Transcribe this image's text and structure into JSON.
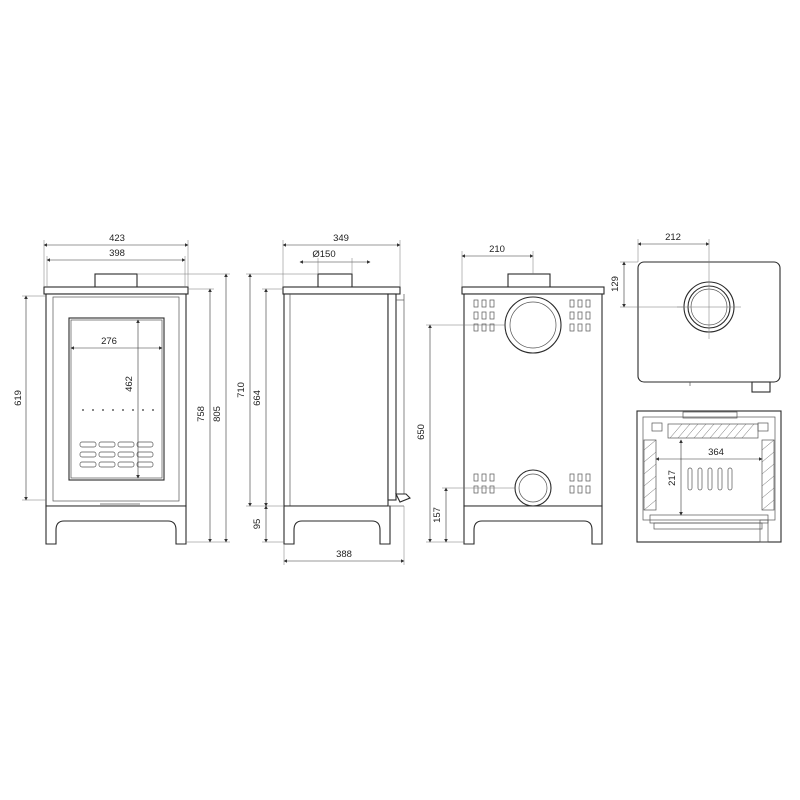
{
  "dimensions": {
    "front_width": "423",
    "front_inner_width": "398",
    "glass_width": "276",
    "glass_height": "462",
    "door_height": "619",
    "height_758": "758",
    "height_805": "805",
    "side_depth": "349",
    "flue_diameter": "Ø150",
    "side_height_710": "710",
    "side_height_664": "664",
    "leg_height": "95",
    "side_base_depth": "388",
    "rear_flue_offset": "210",
    "rear_flue_height": "650",
    "rear_lower_height": "157",
    "top_flue_offset": "212",
    "top_flue_depth": "129",
    "firebox_width": "364",
    "firebox_depth": "217"
  }
}
